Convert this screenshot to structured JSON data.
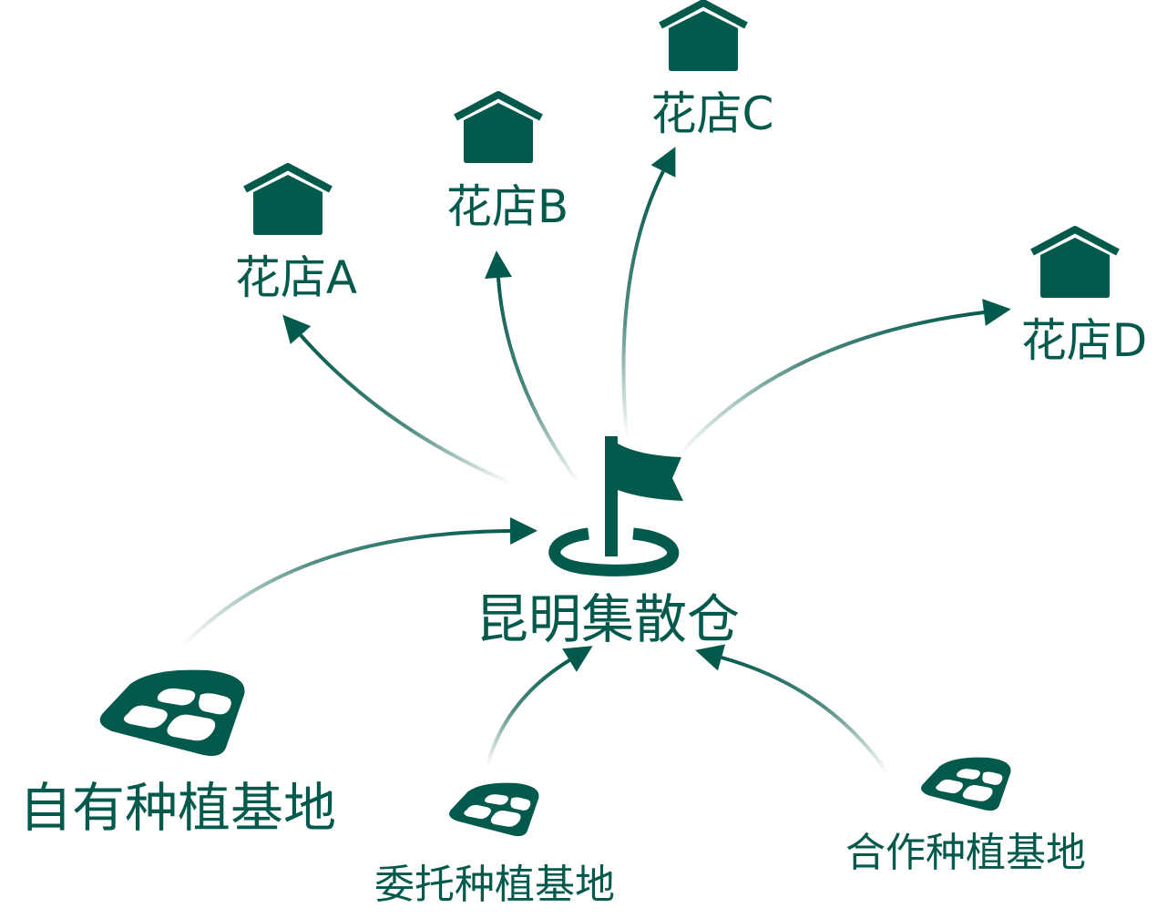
{
  "colors": {
    "primary": "#03594c"
  },
  "hub": {
    "label": "昆明集散仓",
    "icon": "flag-icon"
  },
  "shops": [
    {
      "label": "花店A",
      "icon": "house-icon"
    },
    {
      "label": "花店B",
      "icon": "house-icon"
    },
    {
      "label": "花店C",
      "icon": "house-icon"
    },
    {
      "label": "花店D",
      "icon": "house-icon"
    }
  ],
  "bases": [
    {
      "label": "自有种植基地",
      "icon": "field-icon"
    },
    {
      "label": "委托种植基地",
      "icon": "field-icon"
    },
    {
      "label": "合作种植基地",
      "icon": "field-icon"
    }
  ],
  "edges": [
    {
      "from": "昆明集散仓",
      "to": "花店A"
    },
    {
      "from": "昆明集散仓",
      "to": "花店B"
    },
    {
      "from": "昆明集散仓",
      "to": "花店C"
    },
    {
      "from": "昆明集散仓",
      "to": "花店D"
    },
    {
      "from": "自有种植基地",
      "to": "昆明集散仓"
    },
    {
      "from": "委托种植基地",
      "to": "昆明集散仓"
    },
    {
      "from": "合作种植基地",
      "to": "昆明集散仓"
    }
  ]
}
